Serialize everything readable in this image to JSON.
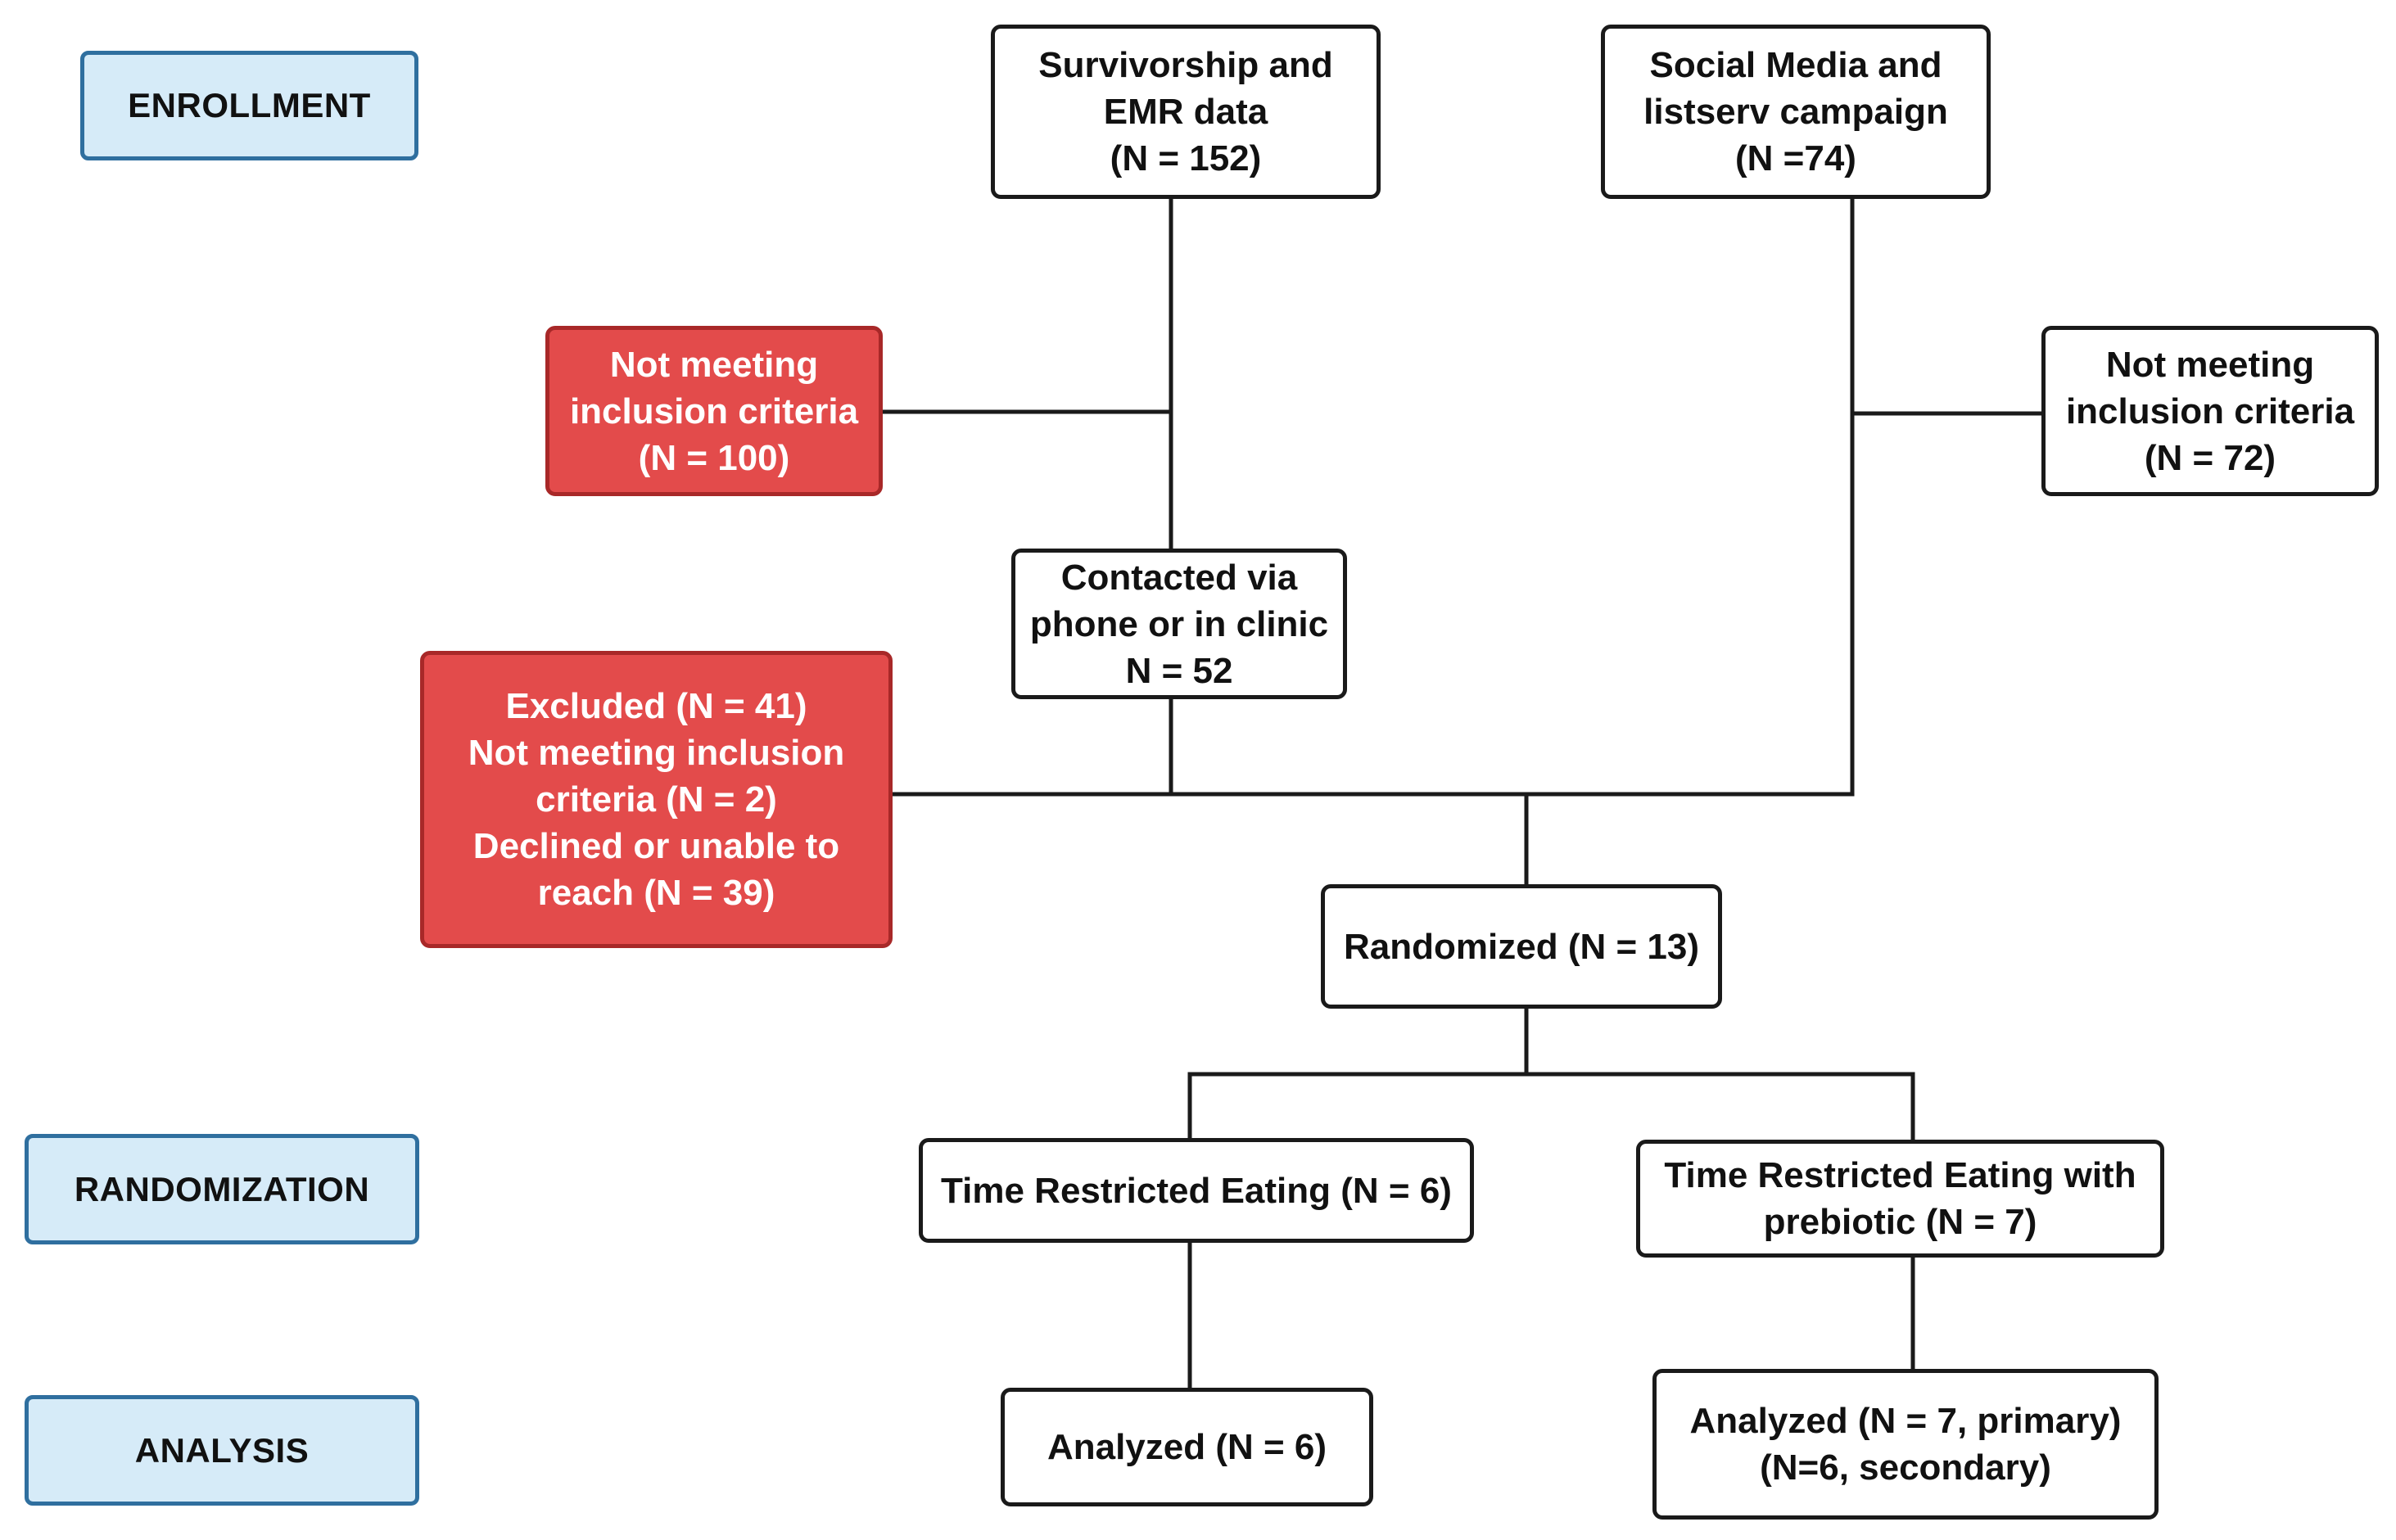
{
  "stages": {
    "enrollment": "ENROLLMENT",
    "randomization": "RANDOMIZATION",
    "analysis": "ANALYSIS"
  },
  "boxes": {
    "survivorship": [
      "Survivorship and",
      "EMR data",
      "(N = 152)"
    ],
    "social_media": [
      "Social Media and",
      "listserv campaign",
      "(N =74)"
    ],
    "not_meeting_left": [
      "Not meeting",
      "inclusion criteria",
      "(N = 100)"
    ],
    "not_meeting_right": [
      "Not meeting",
      "inclusion criteria",
      "(N = 72)"
    ],
    "contacted": [
      "Contacted via",
      "phone or in clinic",
      "N = 52"
    ],
    "excluded": [
      "Excluded (N = 41)",
      "Not meeting inclusion",
      "criteria (N = 2)",
      "Declined or unable to",
      "reach (N = 39)"
    ],
    "randomized": [
      "Randomized (N = 13)"
    ],
    "tre": [
      "Time Restricted Eating (N = 6)"
    ],
    "tre_prebiotic": [
      "Time Restricted Eating with",
      "prebiotic (N = 7)"
    ],
    "analyzed_left": [
      "Analyzed (N = 6)"
    ],
    "analyzed_right": [
      "Analyzed (N = 7, primary)",
      "(N=6, secondary)"
    ]
  },
  "colors": {
    "excluded_fill": "#e34b4b",
    "stage_fill": "#d6ebf8",
    "stage_border": "#2f6f9f",
    "line": "#1a1a1a"
  }
}
